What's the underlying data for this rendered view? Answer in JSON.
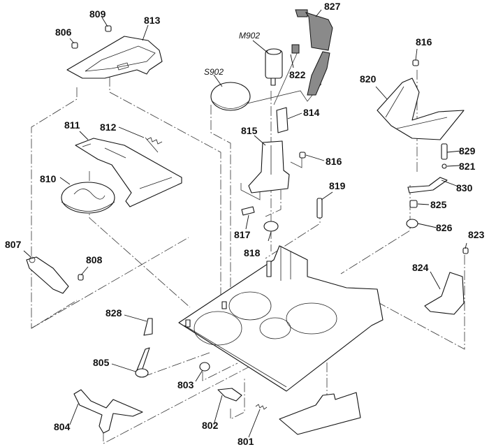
{
  "diagram": {
    "title": "Mechanism exploded view",
    "callouts": [
      {
        "id": "c806",
        "text": "806",
        "italic": false
      },
      {
        "id": "c809",
        "text": "809",
        "italic": false
      },
      {
        "id": "c813",
        "text": "813",
        "italic": false
      },
      {
        "id": "c827",
        "text": "827",
        "italic": false
      },
      {
        "id": "cM902",
        "text": "M902",
        "italic": true
      },
      {
        "id": "c822",
        "text": "822",
        "italic": false
      },
      {
        "id": "cS902",
        "text": "S902",
        "italic": true
      },
      {
        "id": "c816a",
        "text": "816",
        "italic": false
      },
      {
        "id": "c820",
        "text": "820",
        "italic": false
      },
      {
        "id": "c814",
        "text": "814",
        "italic": false
      },
      {
        "id": "c811",
        "text": "811",
        "italic": false
      },
      {
        "id": "c812",
        "text": "812",
        "italic": false
      },
      {
        "id": "c815",
        "text": "815",
        "italic": false
      },
      {
        "id": "c816b",
        "text": "816",
        "italic": false
      },
      {
        "id": "c829",
        "text": "829",
        "italic": false
      },
      {
        "id": "c821",
        "text": "821",
        "italic": false
      },
      {
        "id": "c810",
        "text": "810",
        "italic": false
      },
      {
        "id": "c819",
        "text": "819",
        "italic": false
      },
      {
        "id": "c830",
        "text": "830",
        "italic": false
      },
      {
        "id": "c825",
        "text": "825",
        "italic": false
      },
      {
        "id": "c817",
        "text": "817",
        "italic": false
      },
      {
        "id": "c826",
        "text": "826",
        "italic": false
      },
      {
        "id": "c807",
        "text": "807",
        "italic": false
      },
      {
        "id": "c818",
        "text": "818",
        "italic": false
      },
      {
        "id": "c823",
        "text": "823",
        "italic": false
      },
      {
        "id": "c808",
        "text": "808",
        "italic": false
      },
      {
        "id": "c824",
        "text": "824",
        "italic": false
      },
      {
        "id": "c828",
        "text": "828",
        "italic": false
      },
      {
        "id": "c805",
        "text": "805",
        "italic": false
      },
      {
        "id": "c803",
        "text": "803",
        "italic": false
      },
      {
        "id": "c804",
        "text": "804",
        "italic": false
      },
      {
        "id": "c802",
        "text": "802",
        "italic": false
      },
      {
        "id": "c801",
        "text": "801",
        "italic": false
      }
    ]
  }
}
